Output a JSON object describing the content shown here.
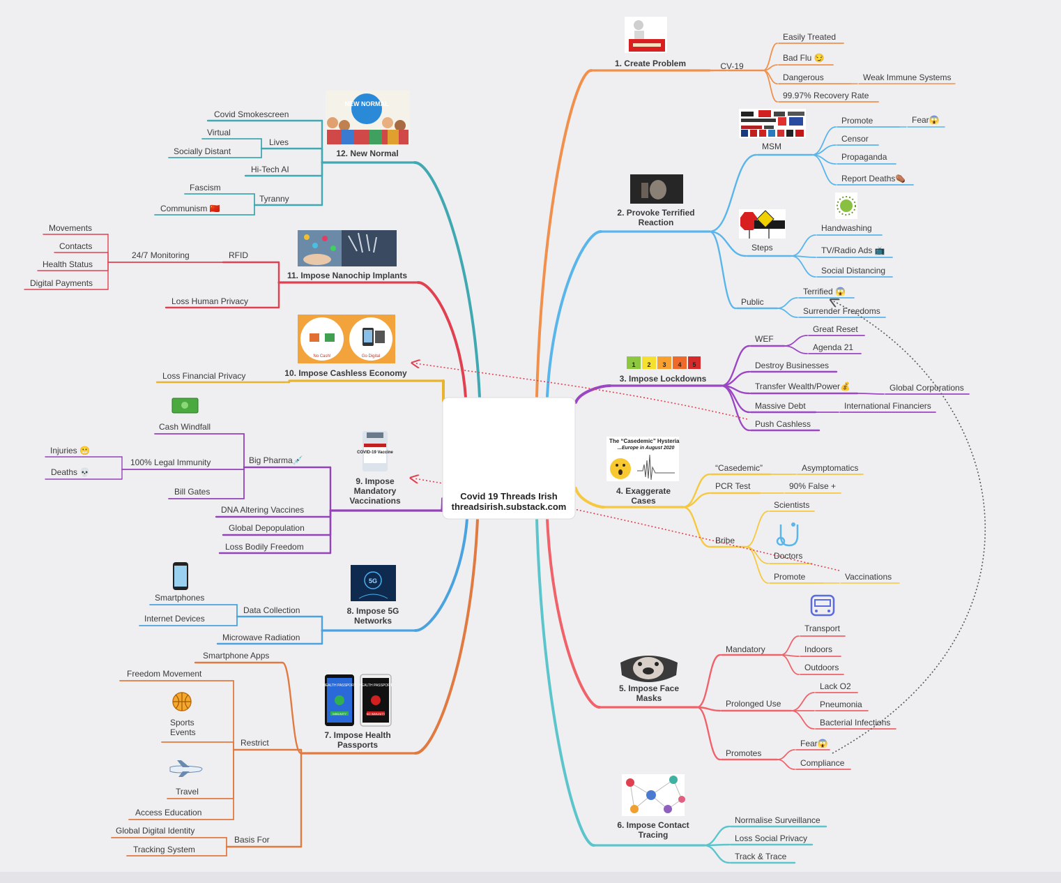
{
  "center": {
    "title": "Covid 19 Threads Irish",
    "subtitle": "threadsirish.substack.com",
    "image_icon": "trojan-horse-image"
  },
  "branches": [
    {
      "id": "b1",
      "color": "#f0904c",
      "label": "1. Create Problem",
      "icon": "problem-sign-image",
      "children": [
        {
          "label": "CV-19",
          "children": [
            {
              "label": "Easily Treated"
            },
            {
              "label": "Bad Flu 😏"
            },
            {
              "label": "Dangerous",
              "children": [
                {
                  "label": "Weak Immune Systems"
                }
              ]
            },
            {
              "label": "99.97% Recovery Rate"
            }
          ]
        }
      ]
    },
    {
      "id": "b2",
      "color": "#5ab5ea",
      "label": [
        "2. Provoke Terrified",
        "Reaction"
      ],
      "icon": "frightened-person-image",
      "children": [
        {
          "label": "MSM",
          "icon": "news-logos-image",
          "children": [
            {
              "label": "Promote",
              "children": [
                {
                  "label": "Fear😱"
                }
              ]
            },
            {
              "label": "Censor"
            },
            {
              "label": "Propaganda"
            },
            {
              "label": "Report Deaths⚰️"
            }
          ]
        },
        {
          "label": "Steps",
          "icon": "rules-signs-image",
          "children": [
            {
              "label": "Handwashing",
              "icon": "virus-icon"
            },
            {
              "label": "TV/Radio Ads 📺"
            },
            {
              "label": "Social Distancing"
            }
          ]
        },
        {
          "label": "Public",
          "children": [
            {
              "label": "Terrified 😱"
            },
            {
              "label": "Surrender Freedoms"
            }
          ]
        }
      ]
    },
    {
      "id": "b3",
      "color": "#9b46c2",
      "label": "3. Impose Lockdowns",
      "icon": "lockdown-levels-image",
      "levels": [
        "1",
        "2",
        "3",
        "4",
        "5"
      ],
      "children": [
        {
          "label": "WEF",
          "children": [
            {
              "label": "Great Reset"
            },
            {
              "label": "Agenda 21"
            }
          ]
        },
        {
          "label": "Destroy Businesses"
        },
        {
          "label": "Transfer Wealth/Power💰",
          "children": [
            {
              "label": "Global Corporations"
            }
          ]
        },
        {
          "label": "Massive Debt",
          "children": [
            {
              "label": "International Financiers"
            }
          ]
        },
        {
          "label": "Push Cashless"
        }
      ]
    },
    {
      "id": "b4",
      "color": "#f5c840",
      "label": [
        "4. Exaggerate",
        "Cases"
      ],
      "icon": "casedemic-chart-image",
      "image_caption": [
        "The “Casedemic” Hysteria",
        "...Europe in August 2020"
      ],
      "children": [
        {
          "label": "“Casedemic”",
          "children": [
            {
              "label": "Asymptomatics"
            }
          ]
        },
        {
          "label": "PCR Test",
          "children": [
            {
              "label": "90% False +"
            }
          ]
        },
        {
          "label": "Bribe",
          "children": [
            {
              "label": "Scientists"
            },
            {
              "label": "Doctors",
              "icon": "stethoscope-icon"
            },
            {
              "label": "Promote",
              "children": [
                {
                  "label": "Vaccinations"
                }
              ]
            }
          ]
        }
      ]
    },
    {
      "id": "b5",
      "color": "#f0626a",
      "label": [
        "5. Impose Face",
        "Masks"
      ],
      "icon": "face-mask-image",
      "children": [
        {
          "label": "Mandatory",
          "children": [
            {
              "label": "Transport",
              "icon": "bus-icon"
            },
            {
              "label": "Indoors"
            },
            {
              "label": "Outdoors"
            }
          ]
        },
        {
          "label": "Prolonged Use",
          "children": [
            {
              "label": "Lack O2"
            },
            {
              "label": "Pneumonia"
            },
            {
              "label": "Bacterial Infections"
            }
          ]
        },
        {
          "label": "Promotes",
          "children": [
            {
              "label": "Fear😱"
            },
            {
              "label": "Compliance"
            }
          ]
        }
      ]
    },
    {
      "id": "b6",
      "color": "#5cc5cc",
      "label": [
        "6. Impose Contact",
        "Tracing"
      ],
      "icon": "contact-network-image",
      "children": [
        {
          "label": "Normalise Surveillance"
        },
        {
          "label": "Loss Social Privacy"
        },
        {
          "label": "Track & Trace"
        }
      ]
    },
    {
      "id": "b7",
      "color": "#e07a40",
      "label": [
        "7. Impose Health",
        "Passports"
      ],
      "icon": "health-passport-phones-image",
      "phone_texts": [
        "HEALTH PASSPORT",
        "IMMUNITY",
        "HEALTH PASSPORT",
        "NO IMMUNITY"
      ],
      "children": [
        {
          "label": "Smartphone Apps"
        },
        {
          "label": "Restrict",
          "children": [
            {
              "label": "Freedom Movement"
            },
            {
              "label": [
                "Sports",
                "Events"
              ],
              "icon": "basketball-icon"
            },
            {
              "label": "Travel",
              "icon": "airplane-icon"
            },
            {
              "label": "Access Education"
            }
          ]
        },
        {
          "label": "Basis For",
          "children": [
            {
              "label": "Global Digital Identity"
            },
            {
              "label": "Tracking System"
            }
          ]
        }
      ]
    },
    {
      "id": "b8",
      "color": "#4aa2de",
      "label": [
        "8. Impose 5G",
        "Networks"
      ],
      "icon": "5g-network-image",
      "image_text": "5G",
      "children": [
        {
          "label": "Data Collection",
          "children": [
            {
              "label": "Smartphones",
              "icon": "smartphone-icon"
            },
            {
              "label": "Internet Devices"
            }
          ]
        },
        {
          "label": "Microwave Radiation"
        }
      ]
    },
    {
      "id": "b9",
      "color": "#9442b8",
      "label": [
        "9. Impose",
        "Mandatory",
        "Vaccinations"
      ],
      "icon": "vaccine-vial-image",
      "image_text": "COVID-19 Vaccine",
      "children": [
        {
          "label": "Big Pharma💉",
          "children": [
            {
              "label": "Cash Windfall",
              "icon": "banknote-icon"
            },
            {
              "label": "100% Legal Immunity",
              "children": [
                {
                  "label": "Injuries 😬"
                },
                {
                  "label": "Deaths 💀"
                }
              ]
            },
            {
              "label": "Bill Gates"
            }
          ]
        },
        {
          "label": "DNA Altering Vaccines"
        },
        {
          "label": "Global Depopulation"
        },
        {
          "label": "Loss Bodily Freedom"
        }
      ]
    },
    {
      "id": "b10",
      "color": "#e8b430",
      "label": "10. Impose Cashless Economy",
      "icon": "cashless-image",
      "image_texts": [
        "No Cash!",
        "Go Digital"
      ],
      "children": [
        {
          "label": "Loss Financial Privacy"
        }
      ]
    },
    {
      "id": "b11",
      "color": "#e04050",
      "label": "11. Impose Nanochip Implants",
      "icon": "chip-implant-image",
      "children": [
        {
          "label": "RFID",
          "children": [
            {
              "label": "24/7 Monitoring",
              "children": [
                {
                  "label": "Movements"
                },
                {
                  "label": "Contacts"
                },
                {
                  "label": "Health Status"
                },
                {
                  "label": "Digital Payments"
                }
              ]
            }
          ]
        },
        {
          "label": "Loss Human Privacy"
        }
      ]
    },
    {
      "id": "b12",
      "color": "#40a8b0",
      "label": "12. New Normal",
      "icon": "new-normal-crowd-image",
      "image_text": "NEW NORMAL",
      "children": [
        {
          "label": "Covid Smokescreen"
        },
        {
          "label": "Lives",
          "children": [
            {
              "label": "Virtual"
            },
            {
              "label": "Socially Distant"
            }
          ]
        },
        {
          "label": "Hi-Tech AI"
        },
        {
          "label": "Tyranny",
          "children": [
            {
              "label": "Fascism"
            },
            {
              "label": "Communism 🇨🇳"
            }
          ]
        }
      ]
    }
  ],
  "relations": [
    {
      "from": "Push Cashless",
      "to": "10. Impose Cashless Economy",
      "color": "#e04050"
    },
    {
      "from": "Vaccinations",
      "to": "9. Impose Mandatory Vaccinations",
      "color": "#e04050"
    },
    {
      "from": "Compliance",
      "to": "Surrender Freedoms",
      "color": "#555555"
    }
  ]
}
